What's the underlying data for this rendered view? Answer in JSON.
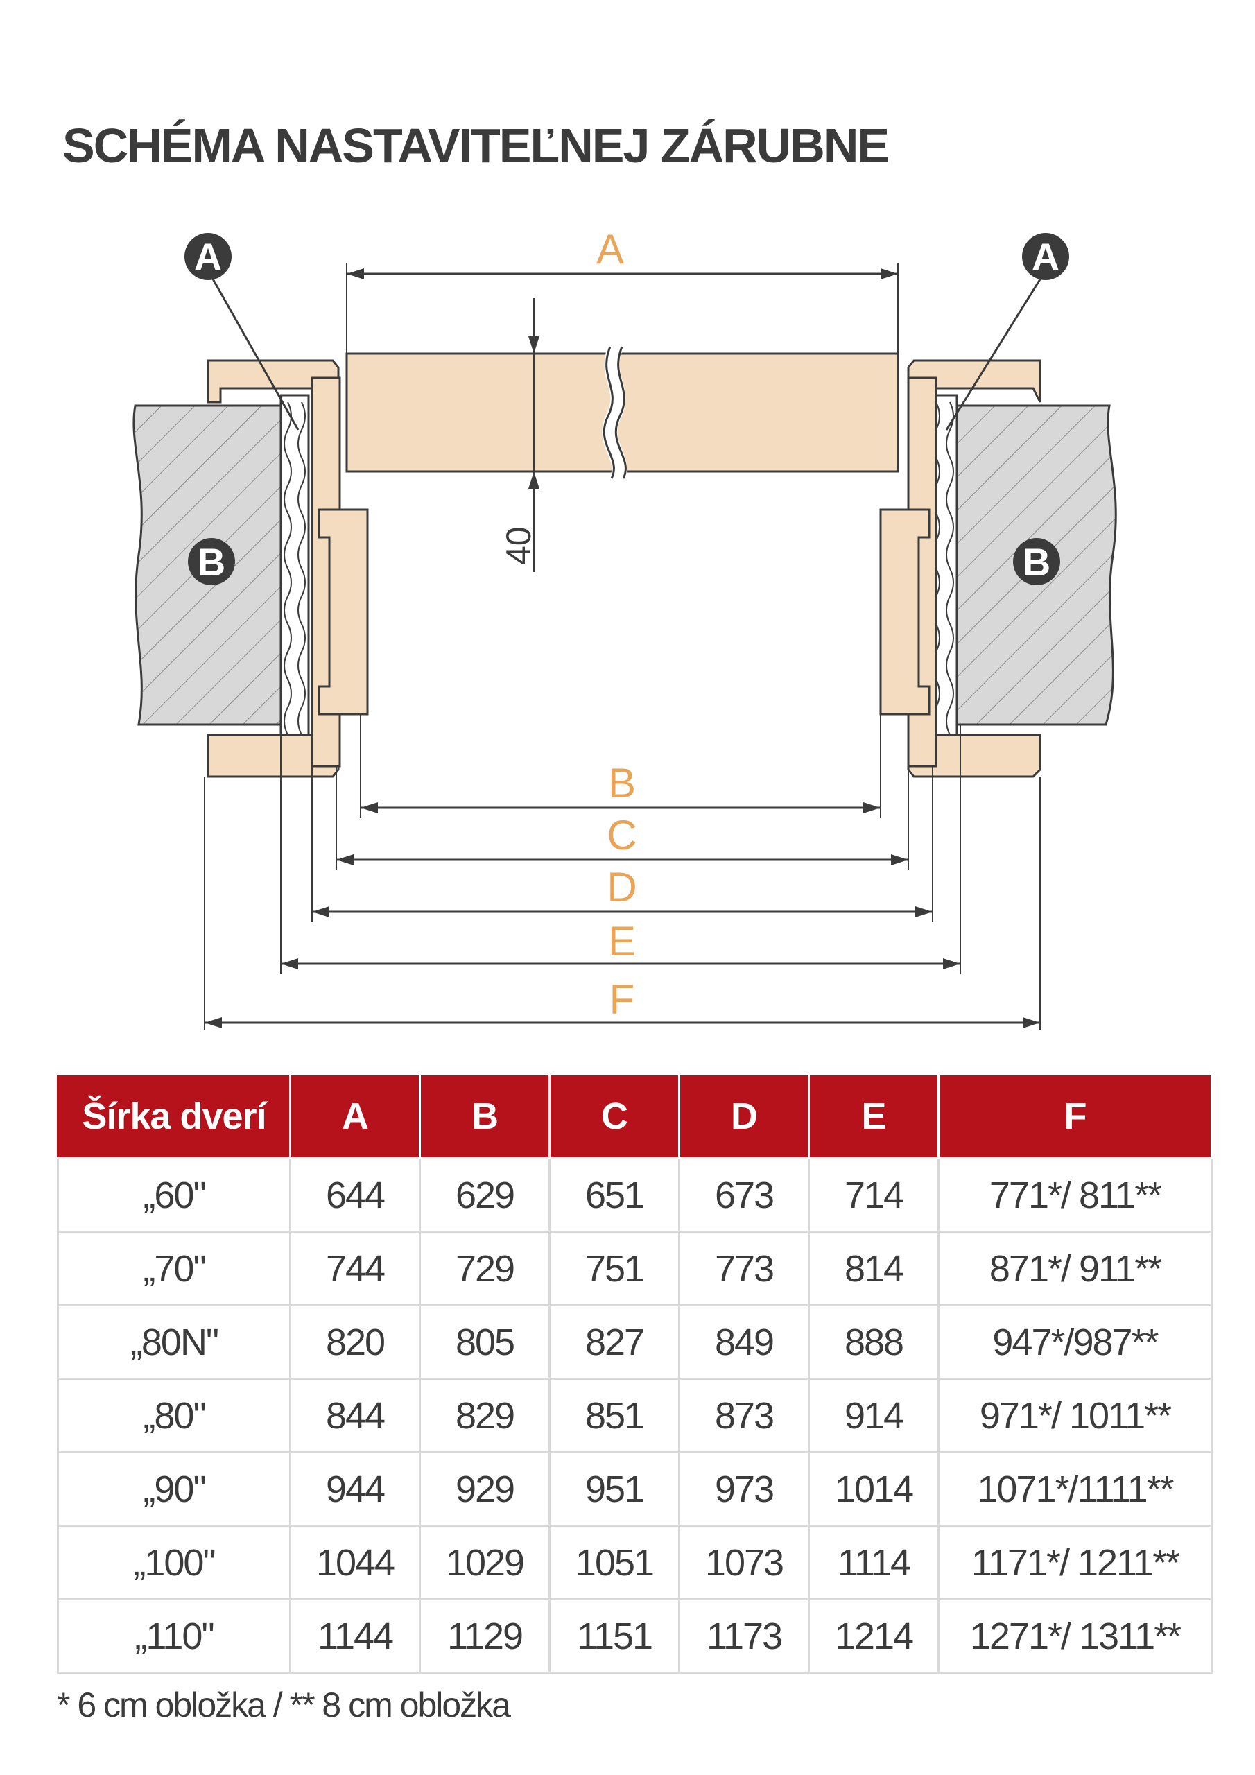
{
  "title": "SCHÉMA NASTAVITEĽNEJ ZÁRUBNE",
  "diagram": {
    "dimension_labels": [
      "A",
      "B",
      "C",
      "D",
      "E",
      "F"
    ],
    "callouts": {
      "wall_left": "B",
      "wall_right": "B",
      "seal_left": "A",
      "seal_right": "A"
    },
    "thickness_label": "40",
    "colors": {
      "wood": "#f3dcc0",
      "outline": "#3b3b3b",
      "wall": "#d8d8d8",
      "dimension_text": "#e8a457",
      "callout_fill": "#3b3b3b"
    }
  },
  "table": {
    "header_color": "#b5121b",
    "headers": [
      "Šírka dverí",
      "A",
      "B",
      "C",
      "D",
      "E",
      "F"
    ],
    "rows": [
      [
        "„60\"",
        "644",
        "629",
        "651",
        "673",
        "714",
        "771*/ 811**"
      ],
      [
        "„70\"",
        "744",
        "729",
        "751",
        "773",
        "814",
        "871*/ 911**"
      ],
      [
        "„80N\"",
        "820",
        "805",
        "827",
        "849",
        "888",
        "947*/987**"
      ],
      [
        "„80\"",
        "844",
        "829",
        "851",
        "873",
        "914",
        "971*/ 1011**"
      ],
      [
        "„90\"",
        "944",
        "929",
        "951",
        "973",
        "1014",
        "1071*/1111**"
      ],
      [
        "„100\"",
        "1044",
        "1029",
        "1051",
        "1073",
        "1114",
        "1171*/ 1211**"
      ],
      [
        "„110\"",
        "1144",
        "1129",
        "1151",
        "1173",
        "1214",
        "1271*/ 1311**"
      ]
    ]
  },
  "footnote": "* 6 cm obložka / ** 8 cm obložka"
}
